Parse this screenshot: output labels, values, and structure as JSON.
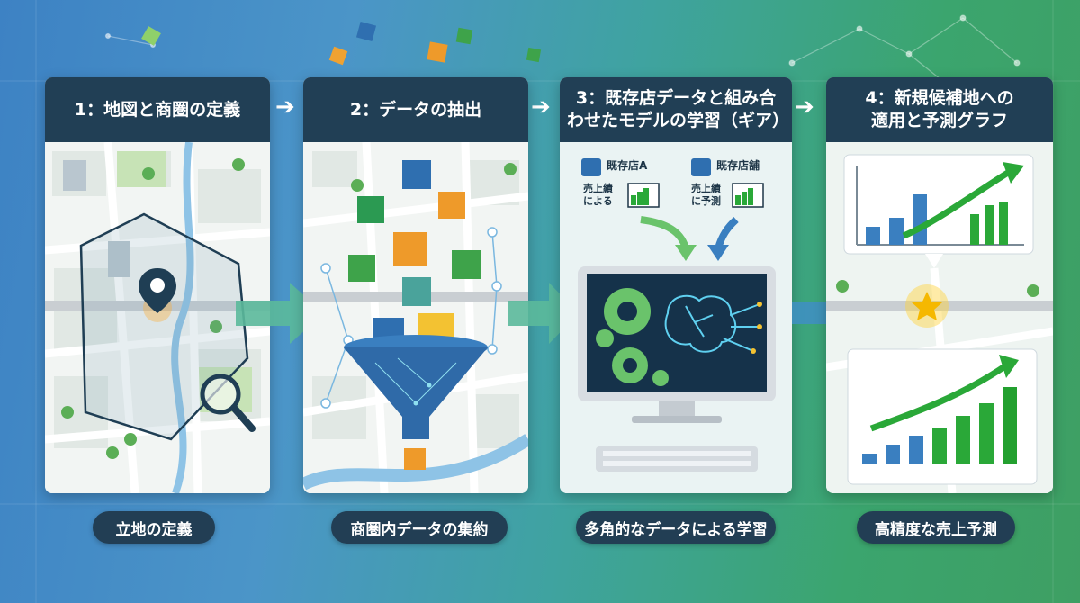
{
  "steps": [
    {
      "title": "1：地図と商圏の定義",
      "caption": "立地の定義"
    },
    {
      "title": "2：データの抽出",
      "caption": "商圏内データの集約"
    },
    {
      "title_line1": "3：既存店データと組み合",
      "title_line2": "わせたモデルの学習（ギア）",
      "caption": "多角的なデータによる学習"
    },
    {
      "title_line1": "4：新規候補地への",
      "title_line2": "適用と予測グラフ",
      "caption": "高精度な売上予測"
    }
  ],
  "panel3_labels": {
    "store_a": "既存店A",
    "store_a_sub1": "売上績",
    "store_a_sub2": "による",
    "store_b": "既存店舗",
    "store_b_sub1": "売上績",
    "store_b_sub2": "に予測"
  },
  "colors": {
    "header": "#213f55",
    "accent_green": "#2aa838",
    "accent_blue": "#3a7fc0",
    "star": "#f5b800"
  }
}
